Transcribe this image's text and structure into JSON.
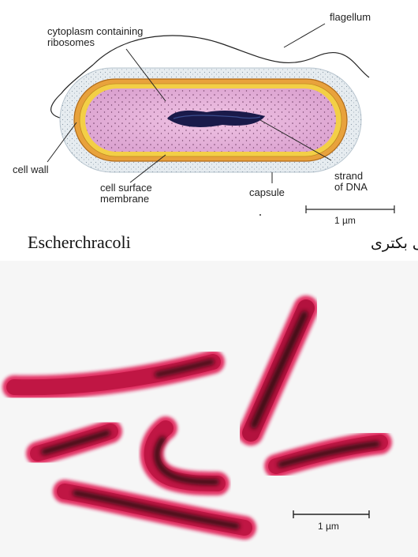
{
  "diagram": {
    "labels": {
      "cytoplasm": [
        "cytoplasm containing",
        "ribosomes"
      ],
      "flagellum": "flagellum",
      "cell_wall": "cell wall",
      "cell_surface_membrane": [
        "cell surface",
        "membrane"
      ],
      "capsule": "capsule",
      "strand_of_dna": [
        "strand",
        "of DNA"
      ]
    },
    "scale_top": "1 µm",
    "caption_left": "Escherchracoli",
    "caption_right": "مقطع طولی بکتری"
  },
  "micrograph": {
    "scale_bottom": "1 µm"
  },
  "colors": {
    "capsule": "#dfe6ec",
    "wall_orange": "#e8a23c",
    "membrane_yellow": "#f3cf46",
    "cytoplasm_pink": "#e7b4dc",
    "dna_dark": "#1a1a4a",
    "bacteria_red": "#d81a4c",
    "bacteria_core": "#2a0810",
    "background_bottom": "#f6f6f6"
  }
}
